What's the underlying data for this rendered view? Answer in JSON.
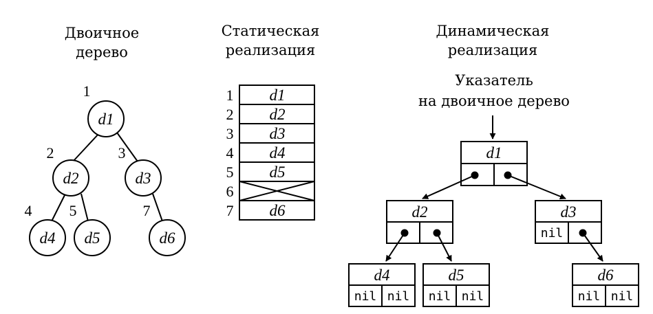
{
  "titles": {
    "binary": [
      "Двоичное",
      "дерево"
    ],
    "static": [
      "Статическая",
      "реализация"
    ],
    "dynamic": [
      "Динамическая",
      "реализация"
    ],
    "pointer": [
      "Указатель",
      "на двоичное дерево"
    ]
  },
  "binary_tree": {
    "nodes": [
      {
        "index": "1",
        "label": "d1"
      },
      {
        "index": "2",
        "label": "d2"
      },
      {
        "index": "3",
        "label": "d3"
      },
      {
        "index": "4",
        "label": "d4"
      },
      {
        "index": "5",
        "label": "d5"
      },
      {
        "index": "7",
        "label": "d6"
      }
    ]
  },
  "static_array": {
    "rows": [
      {
        "index": "1",
        "value": "d1"
      },
      {
        "index": "2",
        "value": "d2"
      },
      {
        "index": "3",
        "value": "d3"
      },
      {
        "index": "4",
        "value": "d4"
      },
      {
        "index": "5",
        "value": "d5"
      },
      {
        "index": "6",
        "value": ""
      },
      {
        "index": "7",
        "value": "d6"
      }
    ]
  },
  "dynamic": {
    "nodes": [
      {
        "label": "d1",
        "left": "",
        "right": ""
      },
      {
        "label": "d2",
        "left": "",
        "right": ""
      },
      {
        "label": "d3",
        "left": "nil",
        "right": ""
      },
      {
        "label": "d4",
        "left": "nil",
        "right": "nil"
      },
      {
        "label": "d5",
        "left": "nil",
        "right": "nil"
      },
      {
        "label": "d6",
        "left": "nil",
        "right": "nil"
      }
    ]
  }
}
